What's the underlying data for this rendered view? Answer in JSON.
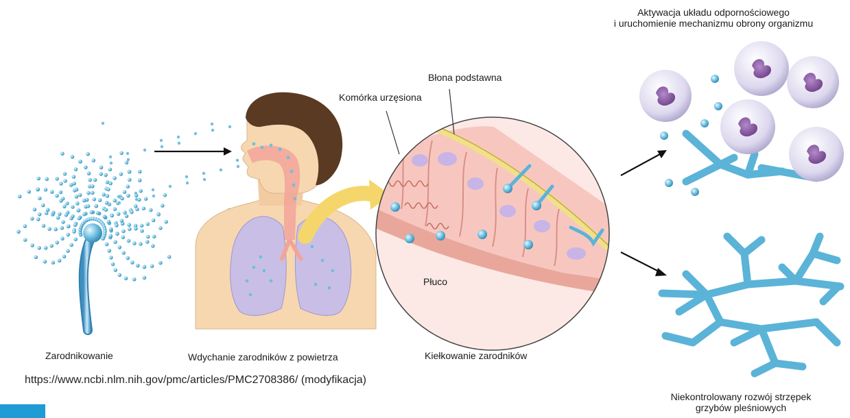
{
  "labels": {
    "sporulation": "Zarodnikowanie",
    "inhalation": "Wdychanie zarodników z powietrza",
    "germination": "Kiełkowanie zarodników",
    "immune_line1": "Aktywacja układu odpornościowego",
    "immune_line2": "i uruchomienie mechanizmu obrony organizmu",
    "uncontrolled_line1": "Niekontrolowany rozwój strzępek",
    "uncontrolled_line2": "grzybów pleśniowych",
    "basement_membrane": "Błona podstawna",
    "ciliated_cell": "Komórka urzęsiona",
    "lung": "Płuco"
  },
  "source": "https://www.ncbi.nlm.nih.gov/pmc/articles/PMC2708386/ (modyfikacja)",
  "colors": {
    "spore": "#6fbfe0",
    "hypha": "#5bb3d8",
    "skin": "#f7d7b0",
    "lung": "#c9bfe6",
    "airway": "#f2a49a",
    "tissue": "#f9dcd8",
    "membrane": "#f0e08a",
    "cell_nucleus": "#8e5ba8",
    "accent": "#1f9bd6"
  }
}
